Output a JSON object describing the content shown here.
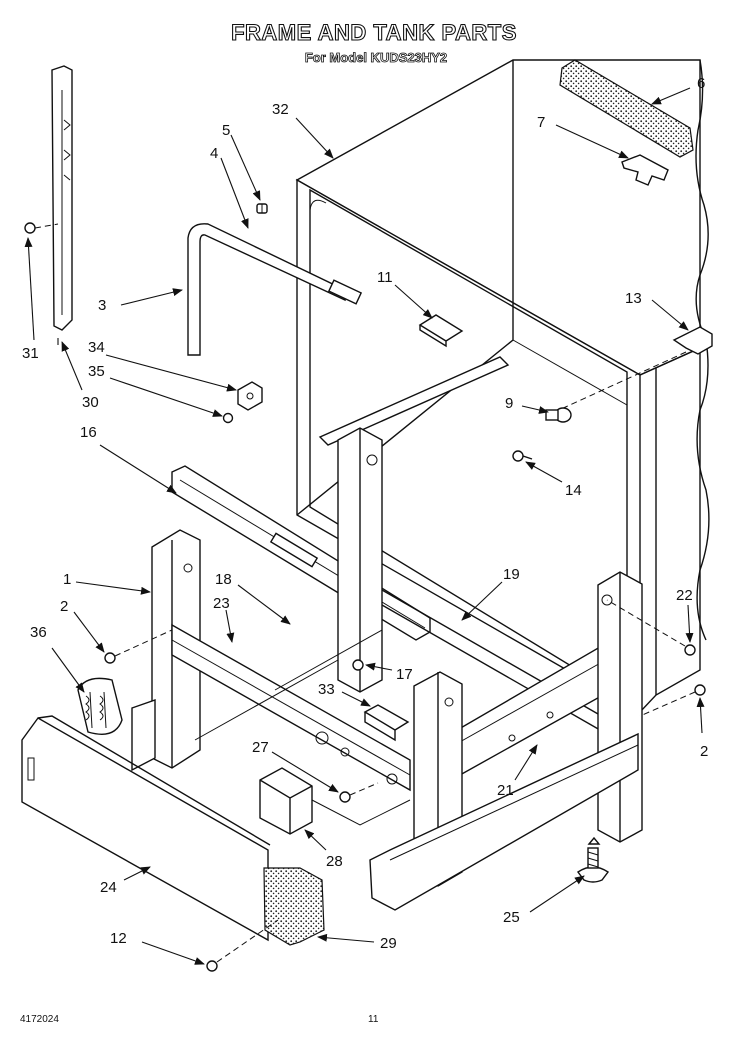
{
  "header": {
    "title": "FRAME AND TANK PARTS",
    "subtitle": "For Model KUDS23HY2"
  },
  "callouts": [
    {
      "id": "c1",
      "label": "1"
    },
    {
      "id": "c2a",
      "label": "2"
    },
    {
      "id": "c2b",
      "label": "2"
    },
    {
      "id": "c3",
      "label": "3"
    },
    {
      "id": "c4",
      "label": "4"
    },
    {
      "id": "c5",
      "label": "5"
    },
    {
      "id": "c6",
      "label": "6"
    },
    {
      "id": "c7",
      "label": "7"
    },
    {
      "id": "c9",
      "label": "9"
    },
    {
      "id": "c11",
      "label": "11"
    },
    {
      "id": "c12",
      "label": "12"
    },
    {
      "id": "c13",
      "label": "13"
    },
    {
      "id": "c14",
      "label": "14"
    },
    {
      "id": "c16",
      "label": "16"
    },
    {
      "id": "c17",
      "label": "17"
    },
    {
      "id": "c18",
      "label": "18"
    },
    {
      "id": "c19",
      "label": "19"
    },
    {
      "id": "c21",
      "label": "21"
    },
    {
      "id": "c22",
      "label": "22"
    },
    {
      "id": "c23",
      "label": "23"
    },
    {
      "id": "c24",
      "label": "24"
    },
    {
      "id": "c25",
      "label": "25"
    },
    {
      "id": "c27",
      "label": "27"
    },
    {
      "id": "c28",
      "label": "28"
    },
    {
      "id": "c29",
      "label": "29"
    },
    {
      "id": "c30",
      "label": "30"
    },
    {
      "id": "c31",
      "label": "31"
    },
    {
      "id": "c32",
      "label": "32"
    },
    {
      "id": "c33",
      "label": "33"
    },
    {
      "id": "c34",
      "label": "34"
    },
    {
      "id": "c35",
      "label": "35"
    },
    {
      "id": "c36",
      "label": "36"
    }
  ],
  "footer": {
    "part_number": "4172024",
    "page_number": "11"
  }
}
